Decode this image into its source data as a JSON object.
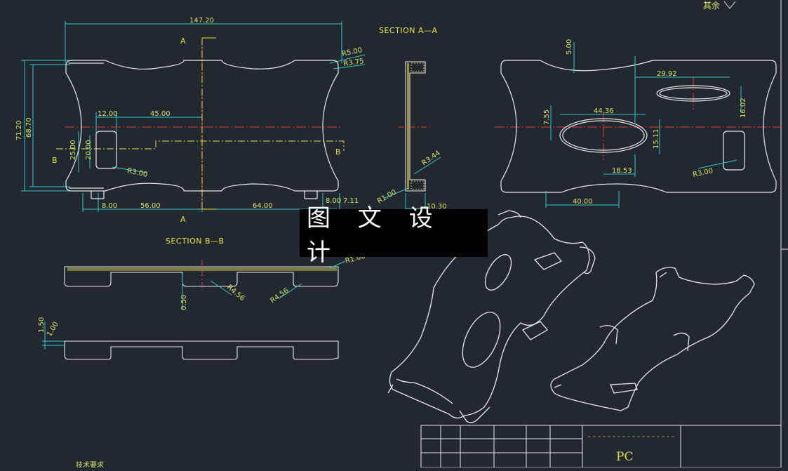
{
  "stamp": "图 文 设 计",
  "corner_note": "其余",
  "bottom_note": "技术要求",
  "title_block": {
    "material": "PC"
  },
  "sections": {
    "aa": "SECTION A—A",
    "bb": "SECTION B—B"
  },
  "markers": {
    "a_top": "A",
    "a_bottom": "A",
    "b_left": "B",
    "b_right": "B"
  },
  "plan_view": {
    "overall_length": "147.20",
    "height_outer": "71.20",
    "height_inner": "68.70",
    "r_corner_1": "R5.00",
    "r_corner_2": "R3.75",
    "off_12": "12.00",
    "off_45": "45.00",
    "v_25": "25.00",
    "v_20": "20.00",
    "r_slot": "R3.00",
    "bot_8": "8.00",
    "bot_56": "56.00",
    "bot_64": "64.00",
    "bot_8b": "8.00",
    "bot_711": "7.11"
  },
  "section_aa": {
    "r_344": "R3.44",
    "r_100": "R1.00",
    "w_1030": "10.30"
  },
  "back_view": {
    "d_500": "5.00",
    "d_2992": "29.92",
    "d_4436": "44.36",
    "d_755": "7.55",
    "d_1602": "16.02",
    "d_1511": "15.11",
    "d_1853": "18.53",
    "r_300": "R3.00",
    "d_4000": "40.00"
  },
  "section_bb": {
    "r_100": "R1.00",
    "r_456a": "R4.56",
    "r_456b": "R4.56",
    "t_050": "0.50"
  },
  "side_view": {
    "d_150": "1.50",
    "d_100": "1.00"
  }
}
